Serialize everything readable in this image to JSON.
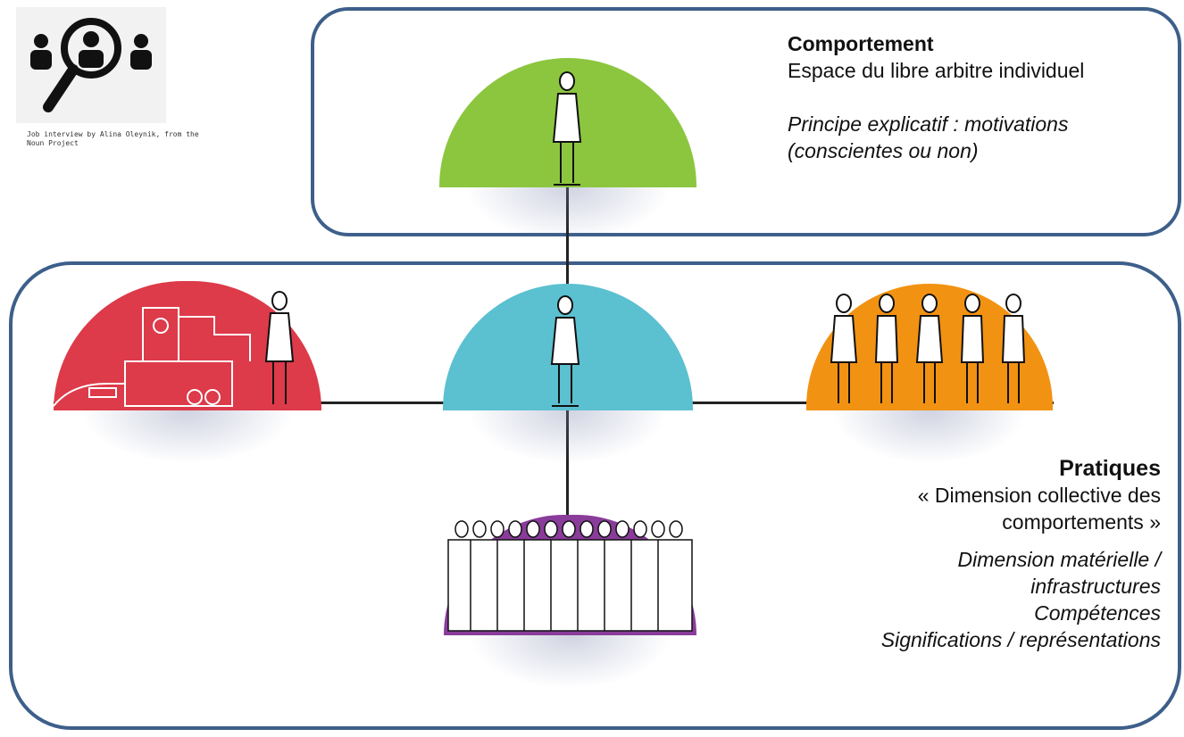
{
  "icon": {
    "name": "job-interview-icon",
    "credit": "Job interview by Alina Oleynik, from the Noun Project"
  },
  "comportement": {
    "title": "Comportement",
    "subtitle": "Espace du libre arbitre individuel",
    "principle_line1": "Principe explicatif : motivations",
    "principle_line2": "(conscientes ou non)"
  },
  "pratiques": {
    "title": "Pratiques",
    "subtitle_line1": "« Dimension collective des",
    "subtitle_line2": "comportements »",
    "items": [
      "Dimension matérielle /",
      "infrastructures",
      "Compétences",
      "Significations / représentations"
    ]
  },
  "colors": {
    "frame": "#3d5f8a",
    "green": "#8cc63f",
    "teal": "#5bc0cf",
    "red": "#dd3a4a",
    "orange": "#f29212",
    "purple": "#8a3c9a"
  }
}
